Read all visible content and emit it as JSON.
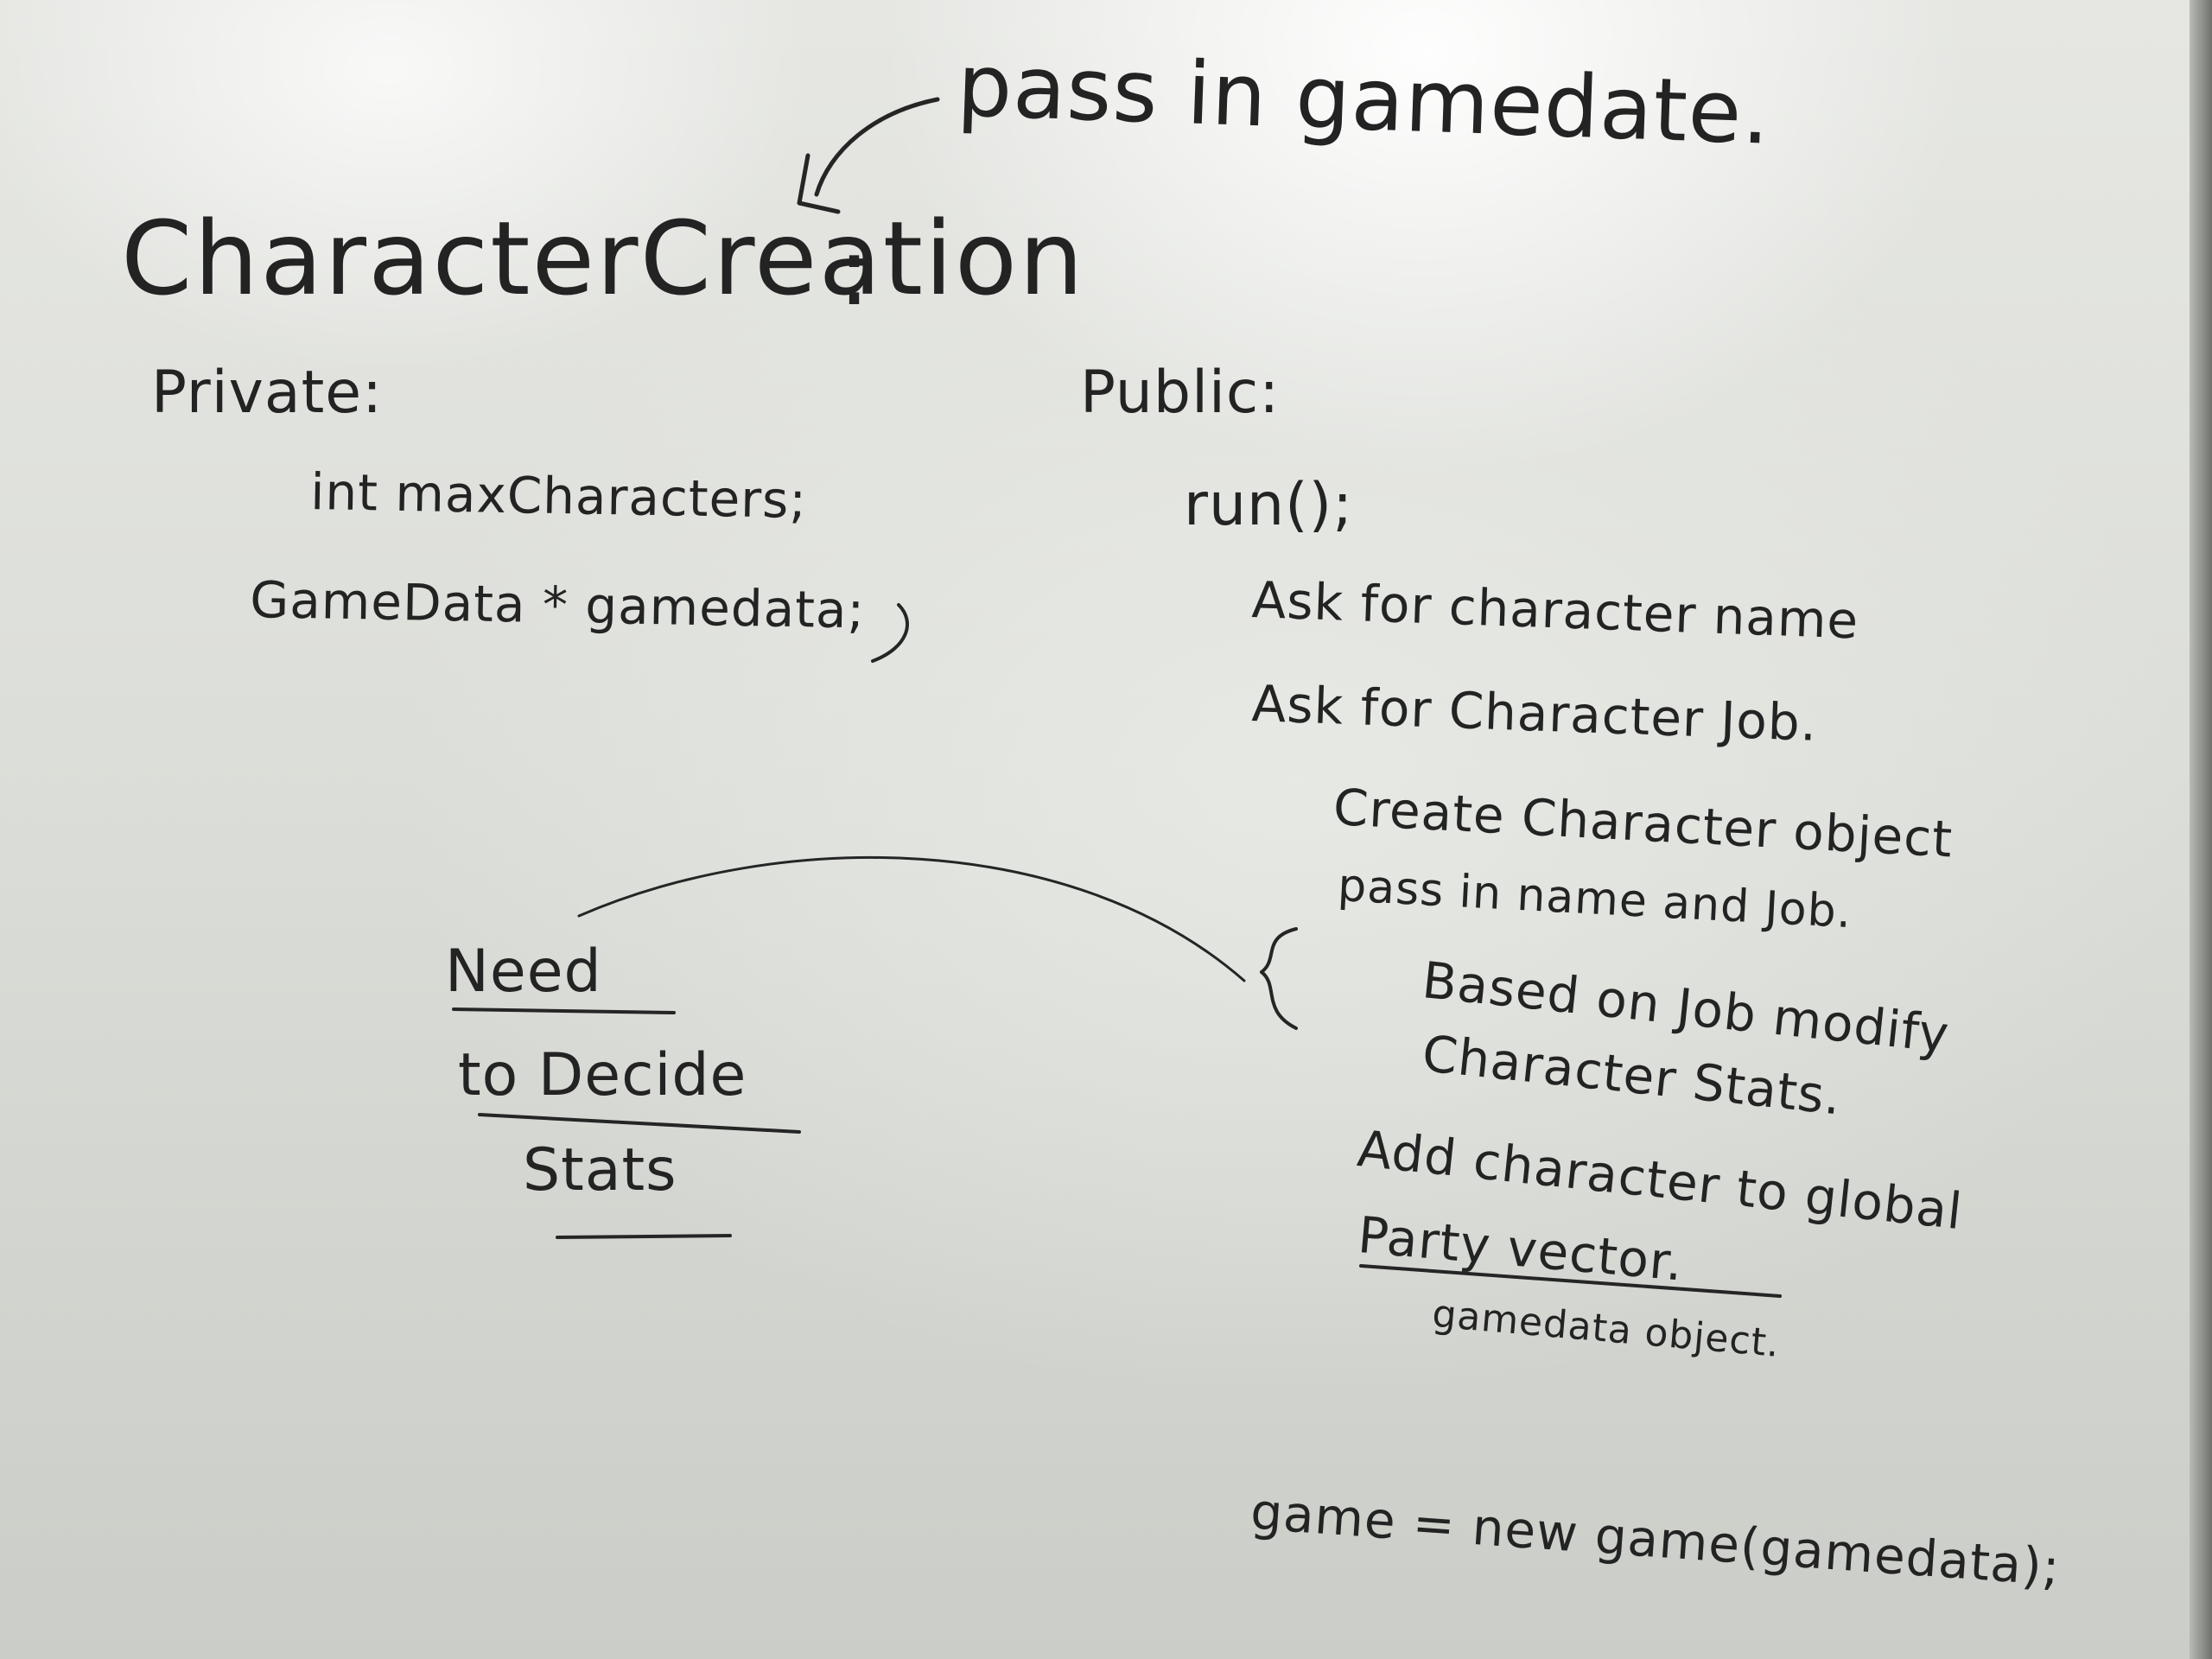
{
  "whiteboard": {
    "note_top": "pass in gamedate.",
    "class_name": "CharacterCreation",
    "class_colon": ":",
    "private_heading": "Private:",
    "private_members": [
      "int maxCharacters;",
      "GameData * gamedata;"
    ],
    "public_heading": "Public:",
    "method": "run();",
    "steps": [
      "Ask for character name",
      "Ask for Character Job.",
      "Create Character object",
      "pass in name and Job.",
      "Based on Job modify",
      "Character Stats.",
      "Add character to global",
      "Party vector.",
      "gamedata object."
    ],
    "final_step": "game = new game(gamedata);",
    "side_note": [
      "Need",
      "to Decide",
      "Stats"
    ],
    "ink_color": "#232323"
  }
}
